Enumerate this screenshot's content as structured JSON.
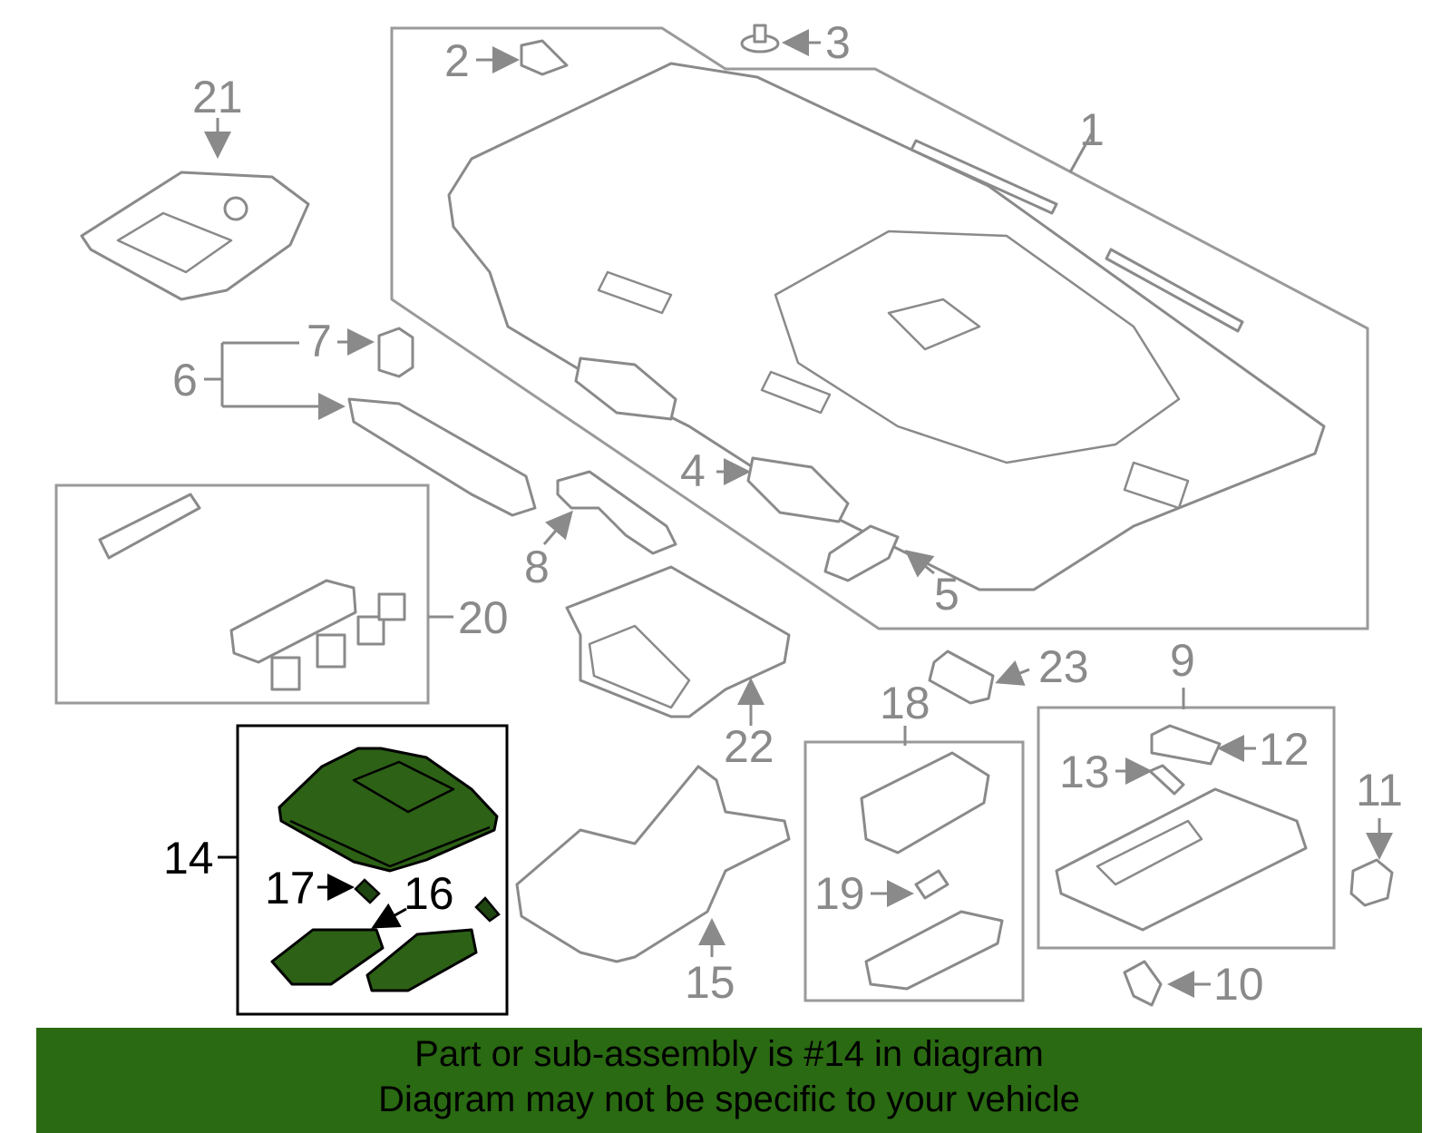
{
  "callouts": {
    "c1": "1",
    "c2": "2",
    "c3": "3",
    "c4": "4",
    "c5": "5",
    "c6": "6",
    "c7": "7",
    "c8": "8",
    "c9": "9",
    "c10": "10",
    "c11": "11",
    "c12": "12",
    "c13": "13",
    "c14": "14",
    "c15": "15",
    "c16": "16",
    "c17": "17",
    "c18": "18",
    "c19": "19",
    "c20": "20",
    "c21": "21",
    "c22": "22",
    "c23": "23"
  },
  "highlighted_part": "14",
  "colors": {
    "highlight": "#2d6116",
    "banner": "#2a6a12",
    "line": "#8a8a8a"
  },
  "banner": {
    "line1": "Part or sub-assembly is #14 in diagram",
    "line2": "Diagram may not be specific to your vehicle"
  }
}
